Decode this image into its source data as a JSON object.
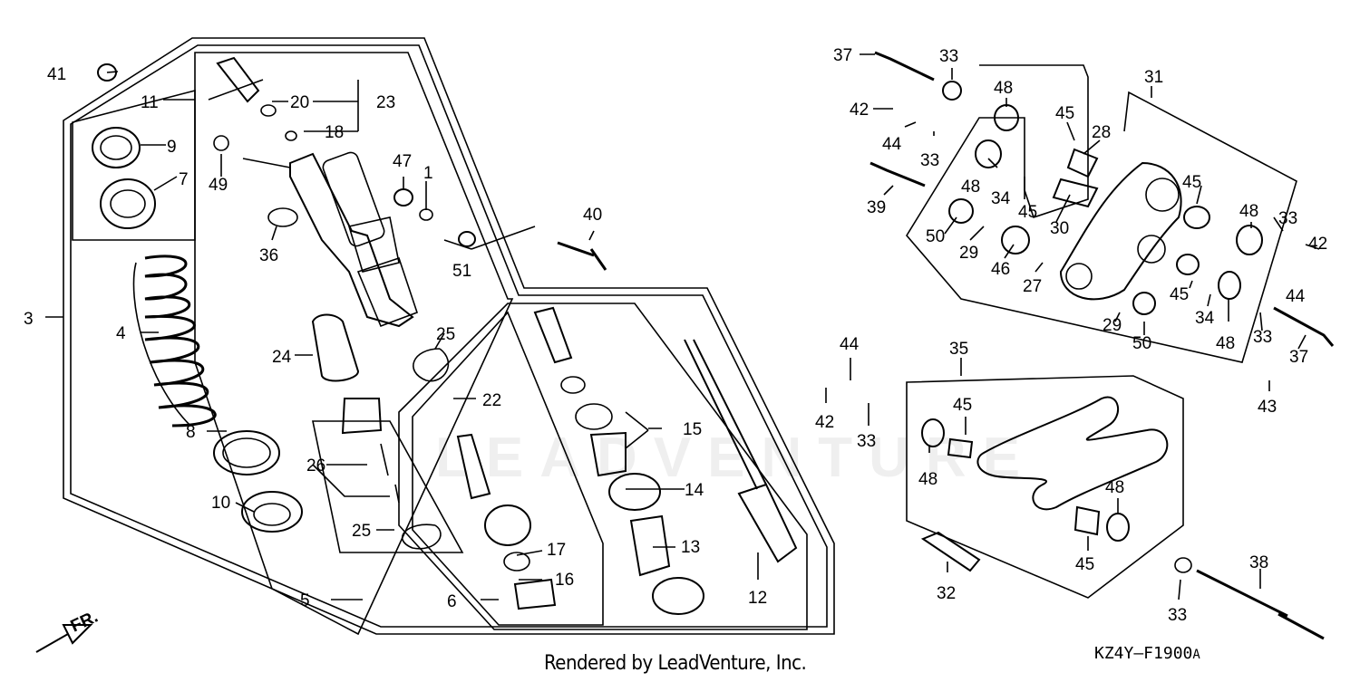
{
  "footer": {
    "rendered_by": "Rendered by LeadVenture, Inc.",
    "diagram_code": "KZ4Y—F1900",
    "diagram_code_suffix": "A"
  },
  "direction_label": "FR.",
  "watermark": "LEADVENTURE",
  "callouts": [
    {
      "id": "c41",
      "label": "41"
    },
    {
      "id": "c11",
      "label": "11"
    },
    {
      "id": "c20",
      "label": "20"
    },
    {
      "id": "c23",
      "label": "23"
    },
    {
      "id": "c18",
      "label": "18"
    },
    {
      "id": "c9",
      "label": "9"
    },
    {
      "id": "c7",
      "label": "7"
    },
    {
      "id": "c49",
      "label": "49"
    },
    {
      "id": "c47",
      "label": "47"
    },
    {
      "id": "c1",
      "label": "1"
    },
    {
      "id": "c36",
      "label": "36"
    },
    {
      "id": "c40",
      "label": "40"
    },
    {
      "id": "c51",
      "label": "51"
    },
    {
      "id": "c3",
      "label": "3"
    },
    {
      "id": "c4",
      "label": "4"
    },
    {
      "id": "c24",
      "label": "24"
    },
    {
      "id": "c25a",
      "label": "25"
    },
    {
      "id": "c22",
      "label": "22"
    },
    {
      "id": "c15",
      "label": "15"
    },
    {
      "id": "c8",
      "label": "8"
    },
    {
      "id": "c26",
      "label": "26"
    },
    {
      "id": "c14",
      "label": "14"
    },
    {
      "id": "c10",
      "label": "10"
    },
    {
      "id": "c25b",
      "label": "25"
    },
    {
      "id": "c17",
      "label": "17"
    },
    {
      "id": "c13",
      "label": "13"
    },
    {
      "id": "c16",
      "label": "16"
    },
    {
      "id": "c5",
      "label": "5"
    },
    {
      "id": "c6",
      "label": "6"
    },
    {
      "id": "c12",
      "label": "12"
    },
    {
      "id": "c37a",
      "label": "37"
    },
    {
      "id": "c33a",
      "label": "33"
    },
    {
      "id": "c31",
      "label": "31"
    },
    {
      "id": "c48a",
      "label": "48"
    },
    {
      "id": "c42a",
      "label": "42"
    },
    {
      "id": "c45a",
      "label": "45"
    },
    {
      "id": "c28",
      "label": "28"
    },
    {
      "id": "c44a",
      "label": "44"
    },
    {
      "id": "c33b",
      "label": "33"
    },
    {
      "id": "c48b",
      "label": "48"
    },
    {
      "id": "c34a",
      "label": "34"
    },
    {
      "id": "c45b",
      "label": "45"
    },
    {
      "id": "c30",
      "label": "30"
    },
    {
      "id": "c45c",
      "label": "45"
    },
    {
      "id": "c39",
      "label": "39"
    },
    {
      "id": "c48c",
      "label": "48"
    },
    {
      "id": "c33c",
      "label": "33"
    },
    {
      "id": "c42b",
      "label": "42"
    },
    {
      "id": "c50a",
      "label": "50"
    },
    {
      "id": "c29a",
      "label": "29"
    },
    {
      "id": "c46",
      "label": "46"
    },
    {
      "id": "c27",
      "label": "27"
    },
    {
      "id": "c44b",
      "label": "44"
    },
    {
      "id": "c45d",
      "label": "45"
    },
    {
      "id": "c34b",
      "label": "34"
    },
    {
      "id": "c33d",
      "label": "33"
    },
    {
      "id": "c29b",
      "label": "29"
    },
    {
      "id": "c50b",
      "label": "50"
    },
    {
      "id": "c48d",
      "label": "48"
    },
    {
      "id": "c37b",
      "label": "37"
    },
    {
      "id": "c44c",
      "label": "44"
    },
    {
      "id": "c35",
      "label": "35"
    },
    {
      "id": "c42c",
      "label": "42"
    },
    {
      "id": "c33e",
      "label": "33"
    },
    {
      "id": "c43",
      "label": "43"
    },
    {
      "id": "c45e",
      "label": "45"
    },
    {
      "id": "c48e",
      "label": "48"
    },
    {
      "id": "c48f",
      "label": "48"
    },
    {
      "id": "c45f",
      "label": "45"
    },
    {
      "id": "c32",
      "label": "32"
    },
    {
      "id": "c38",
      "label": "38"
    },
    {
      "id": "c33f",
      "label": "33"
    }
  ]
}
